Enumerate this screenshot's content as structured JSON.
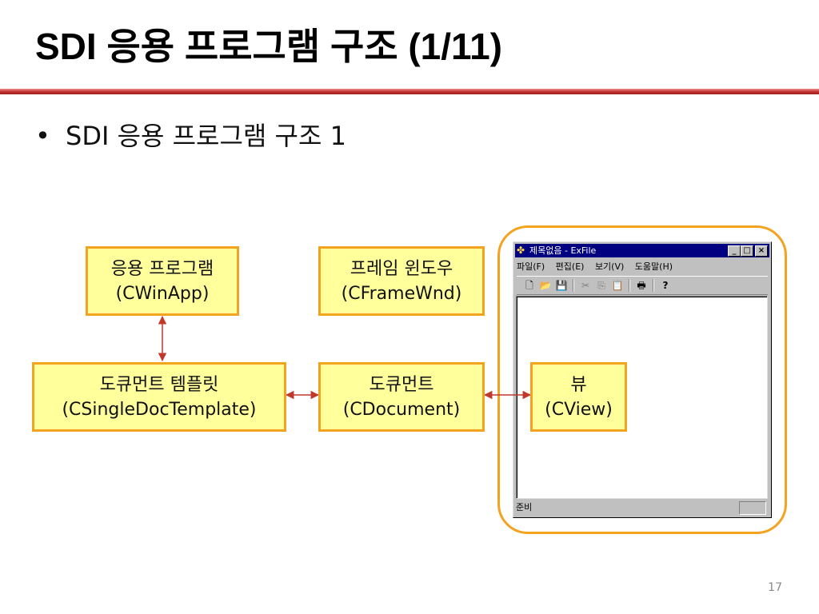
{
  "title": "SDI 응용 프로그램 구조 (1/11)",
  "bullet": {
    "marker": "•",
    "text": "SDI 응용 프로그램 구조 1"
  },
  "boxes": {
    "app": {
      "name": "응용 프로그램",
      "class": "(CWinApp)"
    },
    "frame": {
      "name": "프레임 윈도우",
      "class": "(CFrameWnd)"
    },
    "template": {
      "name": "도큐먼트 템플릿",
      "class": "(CSingleDocTemplate)"
    },
    "document": {
      "name": "도큐먼트",
      "class": "(CDocument)"
    },
    "view": {
      "name": "뷰",
      "class": "(CView)"
    }
  },
  "window": {
    "title": "제목없음 - ExFile",
    "menu": [
      "파일(F)",
      "편집(E)",
      "보기(V)",
      "도움말(H)"
    ],
    "status": "준비"
  },
  "page_number": "17",
  "colors": {
    "box_fill": "#ffff9c",
    "box_border": "#f3a320",
    "arrow": "#c0392b",
    "title_rule": "#c0302f"
  }
}
